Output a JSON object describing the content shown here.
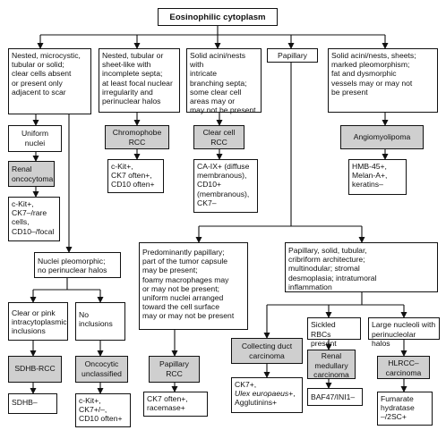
{
  "title": "Eosinophilic cytoplasm",
  "columns": {
    "c1": "Nested, microcystic,\ntubular or solid;\nclear cells absent\nor present only\nadjacent to scar",
    "c2": "Nested, tubular or\nsheet-like with\nincomplete septa;\nat least focal nuclear\nirregularity and\nperinuclear halos",
    "c3": "Solid acini/nests with\nintricate\nbranching septa;\nsome clear cell\nareas may or\nmay not be present",
    "c4": "Papillary",
    "c5": "Solid acini/nests, sheets;\nmarked pleomorphism;\nfat and dysmorphic\nvessels may or may not\nbe present"
  },
  "uniform_nuclei": "Uniform\nnuclei",
  "renal_oncocytoma": "Renal\noncocytoma",
  "oncocytoma_markers": "c-Kit+,\nCK7–/rare\ncells,\nCD10–/focal",
  "chromophobe": "Chromophobe\nRCC",
  "chromophobe_markers": "c-Kit+,\nCK7 often+,\nCD10 often+",
  "clear_cell": "Clear cell\nRCC",
  "clear_cell_markers": "CA-IX+ (diffuse\nmembranous),\nCD10+\n(membranous),\nCK7–",
  "angiomyolipoma": "Angiomyolipoma",
  "aml_markers": "HMB-45+,\nMelan-A+,\nkeratins–",
  "nuclei_pleomorphic": "Nuclei pleomorphic;\nno perinuclear halos",
  "clear_pink": "Clear or pink\nintracytoplasmic\ninclusions",
  "no_inclusions": "No\ninclusions",
  "sdhb": "SDHB-RCC",
  "sdhb_marker": "SDHB–",
  "oncocytic_unclassified": "Oncocytic\nunclassified",
  "oncocytic_markers": "c-Kit+,\nCK7+/–,\nCD10 often+",
  "pred_papillary": "Predominantly papillary;\npart of the tumor capsule\nmay be present;\nfoamy macrophages may\nor may not be present;\nuniform nuclei arranged\ntoward the cell surface\nmay or may not be present",
  "papillary_solid": "Papillary, solid, tubular,\ncribriform architecture;\nmultinodular; stromal\ndesmoplasia; intratumoral\ninflammation",
  "papillary_rcc": "Papillary\nRCC",
  "papillary_markers": "CK7 often+,\nracemase+",
  "collecting_duct": "Collecting duct\ncarcinoma",
  "collecting_markers": {
    "line1": "CK7+,",
    "line2_italic": "Ulex europaeus",
    "line2_rest": "+,",
    "line3": "Agglutinins+"
  },
  "sickled_rbcs": "Sickled RBCs\npresent",
  "renal_medullary": "Renal\nmedullary\ncarcinoma",
  "medullary_markers": "BAF47/INI1–",
  "large_nucleoli": "Large nucleoli with\nperinucleolar halos",
  "hlrcc": "HLRCC–\ncarcinoma",
  "hlrcc_markers": "Fumarate\nhydratase\n–/2SC+"
}
